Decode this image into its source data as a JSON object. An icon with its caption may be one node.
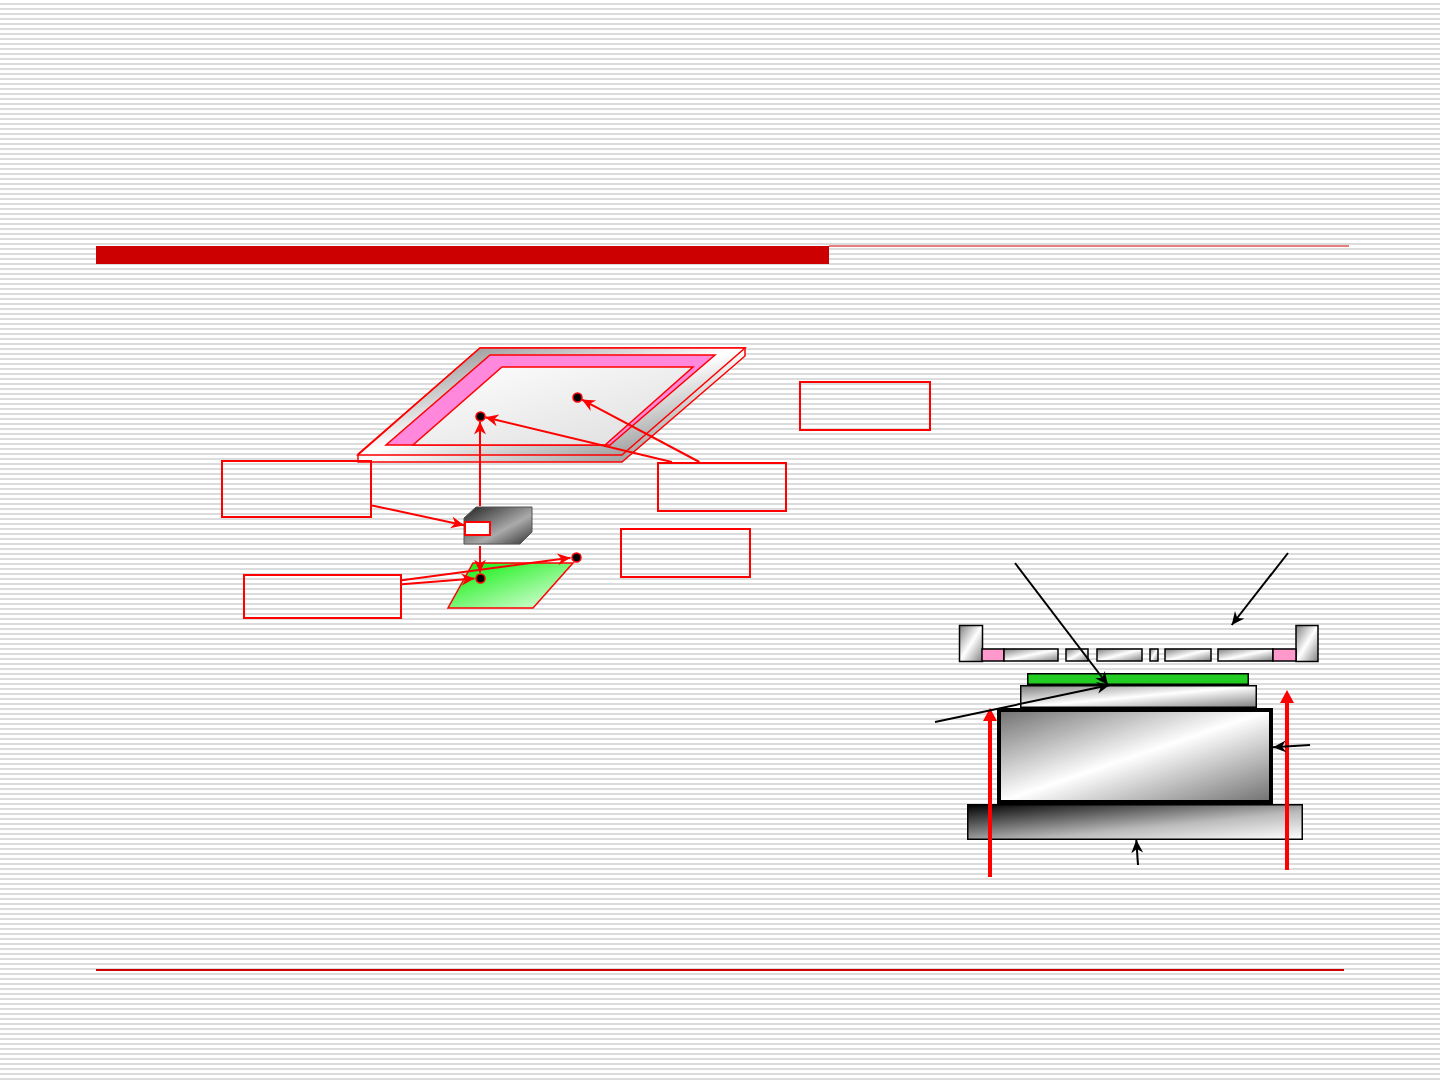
{
  "diagram": {
    "nodes": [
      {
        "text": [],
        "shape": "frame"
      },
      {
        "text": [],
        "shape": "circle",
        "in": 0
      },
      {
        "text": [],
        "shape": "circle",
        "in": 0
      },
      {
        "text": [],
        "shape": "box"
      },
      {
        "text": [],
        "shape": "box"
      },
      {
        "text": [],
        "shape": "box"
      },
      {
        "text": [],
        "shape": "box"
      },
      {
        "text": [],
        "shape": "box",
        "in": 6
      },
      {
        "text": [],
        "shape": "box"
      },
      {
        "text": [],
        "shape": "circle"
      },
      {
        "text": [],
        "shape": "box"
      },
      {
        "text": [],
        "shape": "parallelogram"
      },
      {
        "text": [],
        "shape": "circle",
        "in": 11
      },
      {
        "text": [],
        "shape": "bar"
      },
      {
        "text": [],
        "shape": "bar"
      },
      {
        "text": [],
        "shape": "box"
      },
      {
        "text": [],
        "shape": "box"
      },
      {
        "text": [],
        "shape": "bar"
      },
      {
        "text": [],
        "shape": "bar"
      }
    ],
    "edges": [
      {
        "from": 4,
        "to": 7,
        "arrow": "to"
      },
      {
        "from": 6,
        "to": 1,
        "arrow": "to"
      },
      {
        "from": 6,
        "to": 12,
        "arrow": "to"
      },
      {
        "from": 5,
        "to": 1,
        "arrow": "to"
      },
      {
        "from": 5,
        "to": 2,
        "arrow": "to"
      },
      {
        "from": 10,
        "to": 12,
        "arrow": "to"
      },
      {
        "from": 10,
        "to": 9,
        "arrow": "to"
      },
      {
        "from": null,
        "to": 15,
        "arrow": "to",
        "color": "#000000"
      },
      {
        "from": null,
        "to": 13,
        "arrow": "to",
        "color": "#000000"
      },
      {
        "from": null,
        "to": 14,
        "arrow": "to",
        "color": "#000000"
      },
      {
        "from": null,
        "to": 16,
        "arrow": "to",
        "color": "#000000"
      },
      {
        "from": null,
        "to": 17,
        "arrow": "to",
        "color": "#000000"
      }
    ]
  }
}
